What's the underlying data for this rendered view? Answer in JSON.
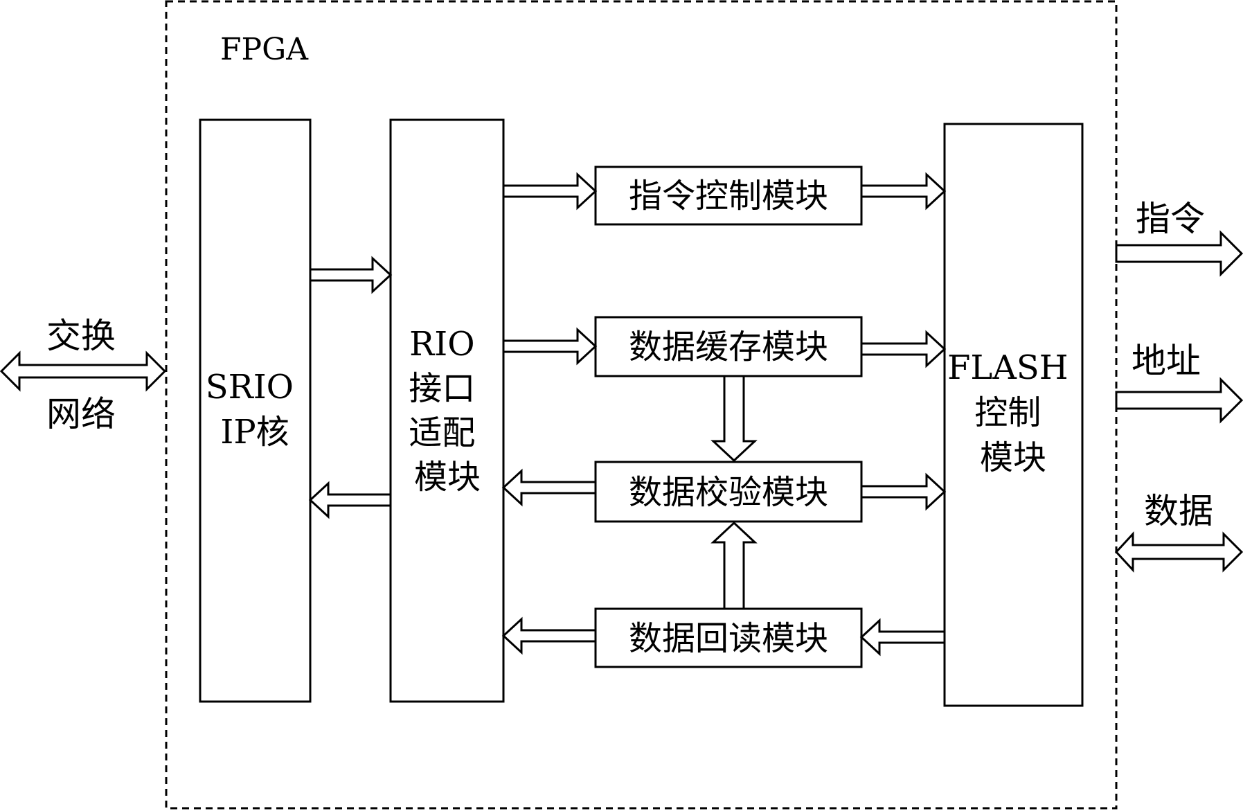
{
  "fpga_label": "FPGA",
  "external": {
    "switch_network": [
      "交换",
      "网络"
    ],
    "command": "指令",
    "address": "地址",
    "data": "数据"
  },
  "blocks": {
    "srio_ip": [
      "SRIO",
      "IP核"
    ],
    "rio_adapter": [
      "RIO",
      "接口",
      "适配",
      "模块"
    ],
    "cmd_ctrl": "指令控制模块",
    "data_cache": "数据缓存模块",
    "data_check": "数据校验模块",
    "data_readback": "数据回读模块",
    "flash_ctrl": [
      "FLASH",
      "控制",
      "模块"
    ]
  },
  "colors": {
    "stroke": "#000000",
    "fill": "#ffffff"
  }
}
